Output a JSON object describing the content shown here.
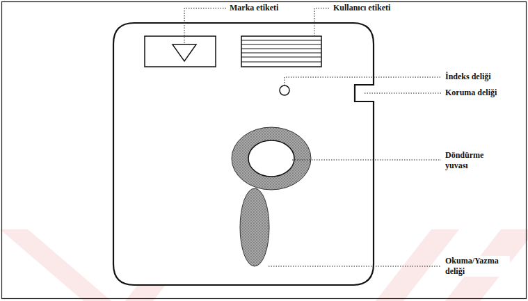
{
  "diagram": {
    "labels": [
      "Marka etiketi",
      "Kullanıcı etiketi",
      "İndeks deliği",
      "Koruma deliği",
      "Döndürme yuvası",
      "Okuma/Yazma deliği"
    ]
  }
}
